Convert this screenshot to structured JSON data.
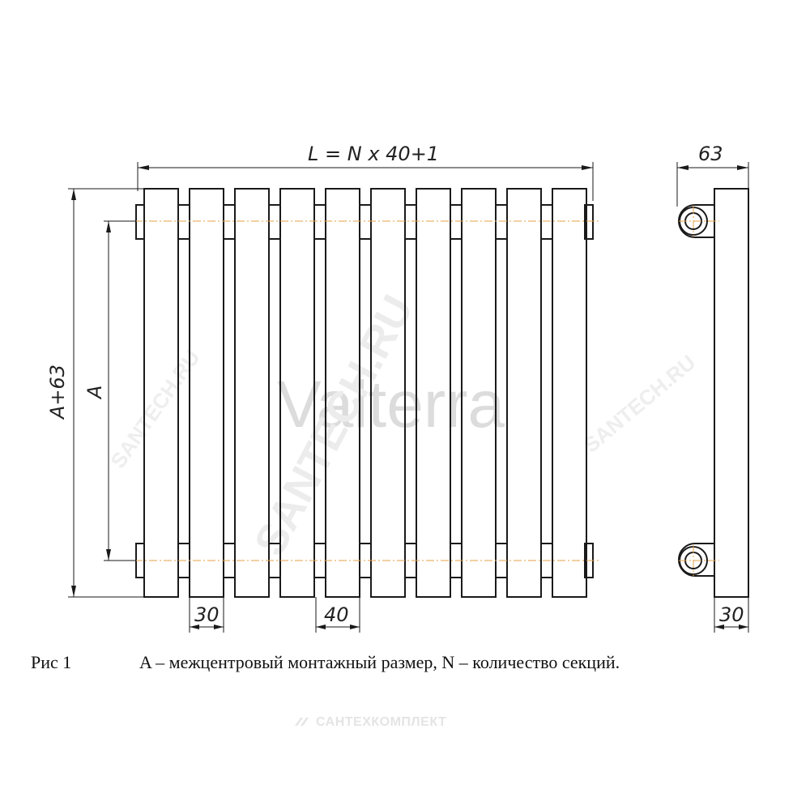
{
  "dimensions": {
    "length": "L = N x 40+1",
    "height_total": "A+63",
    "center_distance": "A",
    "side_depth": "63",
    "section_width": "30",
    "section_pitch": "40",
    "side_width": "30"
  },
  "caption": {
    "figure": "Рис 1",
    "text": "A – межцентровый монтажный размер, N – количество секций."
  },
  "watermarks": {
    "brand": "Valterra",
    "site": "SANTECH.RU",
    "footer": "САНТЕХКОМПЛЕКТ"
  },
  "colors": {
    "line": "#1a1a1a",
    "axis": "#e6a24a",
    "watermark": "#d9d9d9"
  }
}
